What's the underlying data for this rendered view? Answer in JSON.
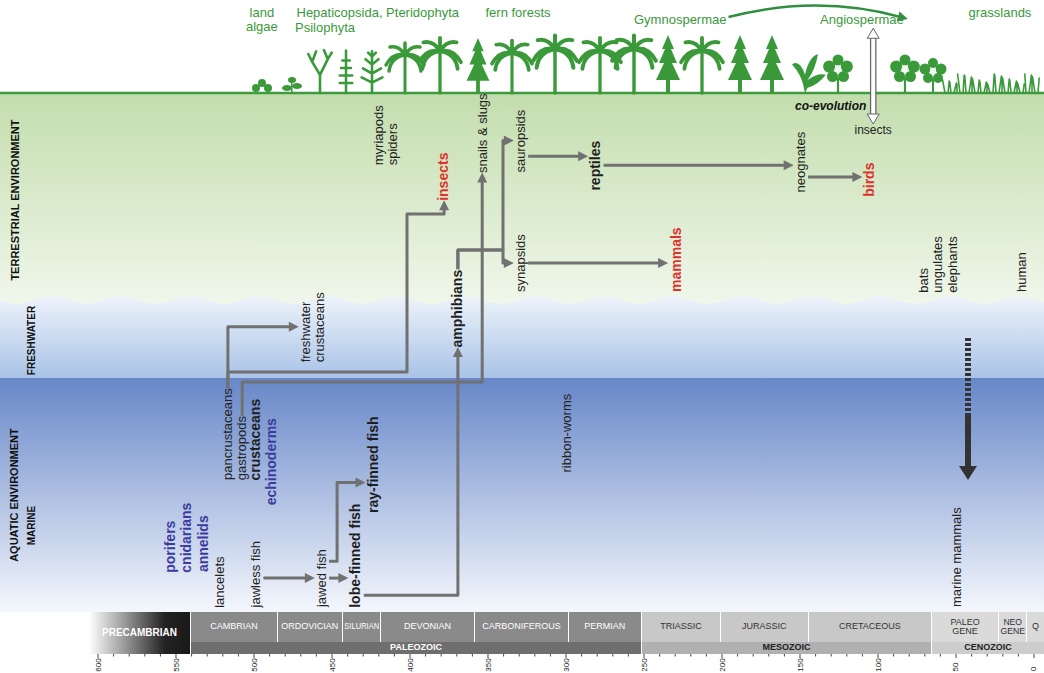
{
  "diagram": {
    "nodes": [
      {
        "text": [
          "Gymnospermae"
        ]
      },
      {
        "text": [
          "Angiospermae"
        ]
      },
      {
        "text": [
          "insects"
        ]
      },
      {
        "text": [
          "insects"
        ]
      },
      {
        "text": [
          "snails & slugs"
        ]
      },
      {
        "text": [
          "sauropsids"
        ]
      },
      {
        "text": [
          "synapsids"
        ]
      },
      {
        "text": [
          "reptiles"
        ]
      },
      {
        "text": [
          "mammals"
        ]
      },
      {
        "text": [
          "neognates"
        ]
      },
      {
        "text": [
          "birds"
        ]
      },
      {
        "text": [
          "amphibians"
        ]
      },
      {
        "text": [
          "freshwater crustaceans"
        ]
      },
      {
        "text": [
          "pancrustaceans"
        ]
      },
      {
        "text": [
          "gastropods"
        ]
      },
      {
        "text": [
          "jawless fish"
        ]
      },
      {
        "text": [
          "jawed fish"
        ]
      },
      {
        "text": [
          "lobe-finned fish"
        ]
      },
      {
        "text": [
          "ray-finned fish"
        ]
      },
      {
        "text": [
          "PRECAMBRIAN"
        ]
      },
      {
        "text": [
          "CAMBRIAN"
        ]
      },
      {
        "text": [
          "ORDOVICIAN"
        ]
      },
      {
        "text": [
          "SILURIAN"
        ]
      },
      {
        "text": [
          "DEVONIAN"
        ]
      },
      {
        "text": [
          "CARBONIFEROUS"
        ]
      },
      {
        "text": [
          "PERMIAN"
        ]
      },
      {
        "text": [
          "TRIASSIC"
        ]
      },
      {
        "text": [
          "JURASSIC"
        ]
      },
      {
        "text": [
          "CRETACEOUS"
        ]
      },
      {
        "text": [
          "PALEO GENE"
        ]
      },
      {
        "text": [
          "NEO GENE"
        ]
      },
      {
        "text": [
          "Q"
        ]
      },
      {
        "text": [
          "PALEOZOIC"
        ]
      },
      {
        "text": [
          "MESOZOIC"
        ]
      },
      {
        "text": [
          "CENOZOIC"
        ]
      }
    ],
    "edges": [
      {
        "from": 15,
        "to": 16,
        "arrow": "to"
      },
      {
        "from": 16,
        "to": 17,
        "arrow": "to"
      },
      {
        "from": 16,
        "to": 18,
        "arrow": "to"
      },
      {
        "from": 17,
        "to": 11,
        "arrow": "to"
      },
      {
        "from": 13,
        "to": 12,
        "arrow": "to"
      },
      {
        "from": 13,
        "to": 3,
        "arrow": "to"
      },
      {
        "from": 14,
        "to": 4,
        "arrow": "to"
      },
      {
        "from": 11,
        "to": 5,
        "arrow": "to"
      },
      {
        "from": 11,
        "to": 6,
        "arrow": "to"
      },
      {
        "from": 5,
        "to": 7,
        "arrow": "to"
      },
      {
        "from": 7,
        "to": 9,
        "arrow": "to"
      },
      {
        "from": 9,
        "to": 10,
        "arrow": "to"
      },
      {
        "from": 6,
        "to": 8,
        "arrow": "to"
      },
      {
        "from": 0,
        "to": 1,
        "arrow": "to"
      },
      {
        "from": 1,
        "to": 2,
        "arrow": "both"
      }
    ],
    "labels": [
      "TERRESTRIAL ENVIRONMENT",
      "AQUATIC ENVIRONMENT",
      "FRESHWATER",
      "MARINE",
      "land algae",
      "Hepaticopsida, Pteridophyta",
      "Psilophyta",
      "fern forests",
      "grasslands",
      "co-evolution",
      "myriapods spiders",
      "bats ungulates elephants",
      "human",
      "porifers",
      "cnidarians",
      "annelids",
      "echinoderms",
      "crustaceans",
      "lancelets",
      "ribbon-worms",
      "marine mammals",
      "600",
      "550",
      "500",
      "450",
      "400",
      "350",
      "300",
      "250",
      "200",
      "150",
      "100",
      "50",
      "0"
    ]
  }
}
